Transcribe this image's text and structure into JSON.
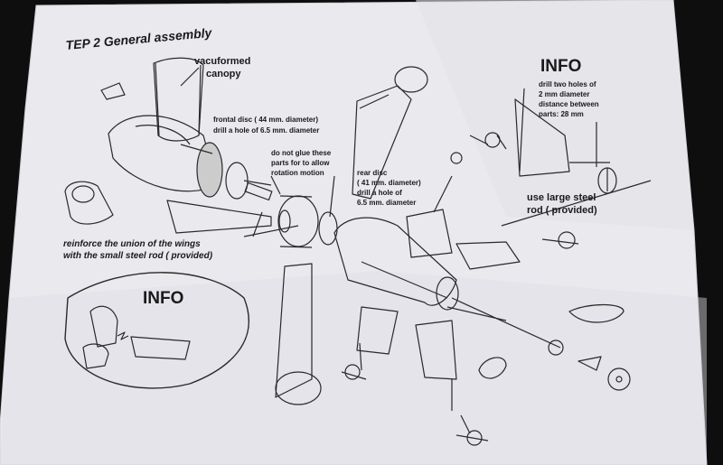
{
  "step_title": "TEP 2  General assembly",
  "labels": {
    "vacuformed": "vacuformed",
    "canopy": "canopy",
    "frontal_disc_1": "frontal disc ( 44 mm. diameter)",
    "frontal_disc_2": "drill a hole of 6.5 mm. diameter",
    "no_glue_1": "do not glue these",
    "no_glue_2": "parts for to allow",
    "no_glue_3": "rotation motion",
    "rear_disc_1": "rear disc",
    "rear_disc_2": "( 41 mm. diameter)",
    "rear_disc_3": "drill a hole of",
    "rear_disc_4": "6.5 mm. diameter",
    "reinforce_1": "reinforce the union of the wings",
    "reinforce_2": "with the small steel rod ( provided)"
  },
  "info_top": {
    "heading": "INFO",
    "line1": "drill two holes of",
    "line2": "2 mm diameter",
    "line3": "distance between",
    "line4": "parts: 28 mm",
    "rod1": "use large steel",
    "rod2": "rod ( provided)"
  },
  "info_bottom": {
    "heading": "INFO"
  }
}
